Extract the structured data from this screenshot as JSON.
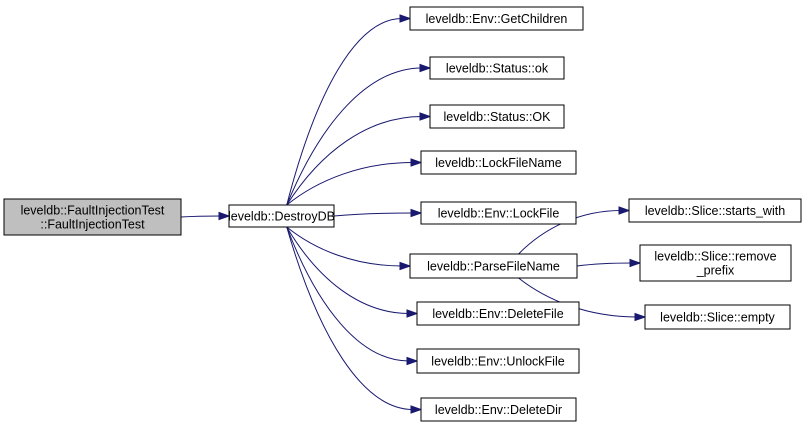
{
  "graph": {
    "type": "call-graph",
    "colors": {
      "edge": "#191970",
      "root_fill": "#bfbfbf",
      "node_fill": "#ffffff",
      "node_stroke": "#000000"
    },
    "nodes": [
      {
        "id": "root",
        "lines": [
          "leveldb::FaultInjectionTest",
          "::FaultInjectionTest"
        ],
        "highlight": true
      },
      {
        "id": "destroydb",
        "lines": [
          "leveldb::DestroyDB"
        ]
      },
      {
        "id": "getchildren",
        "lines": [
          "leveldb::Env::GetChildren"
        ]
      },
      {
        "id": "status-ok-lower",
        "lines": [
          "leveldb::Status::ok"
        ]
      },
      {
        "id": "status-ok-upper",
        "lines": [
          "leveldb::Status::OK"
        ]
      },
      {
        "id": "lockfilename",
        "lines": [
          "leveldb::LockFileName"
        ]
      },
      {
        "id": "lockfile",
        "lines": [
          "leveldb::Env::LockFile"
        ]
      },
      {
        "id": "parsefilename",
        "lines": [
          "leveldb::ParseFileName"
        ]
      },
      {
        "id": "deletefile",
        "lines": [
          "leveldb::Env::DeleteFile"
        ]
      },
      {
        "id": "unlockfile",
        "lines": [
          "leveldb::Env::UnlockFile"
        ]
      },
      {
        "id": "deletedir",
        "lines": [
          "leveldb::Env::DeleteDir"
        ]
      },
      {
        "id": "starts-with",
        "lines": [
          "leveldb::Slice::starts_with"
        ]
      },
      {
        "id": "remove-prefix",
        "lines": [
          "leveldb::Slice::remove",
          "_prefix"
        ]
      },
      {
        "id": "empty",
        "lines": [
          "leveldb::Slice::empty"
        ]
      }
    ],
    "edges": [
      {
        "from": "root",
        "to": "destroydb"
      },
      {
        "from": "destroydb",
        "to": "getchildren"
      },
      {
        "from": "destroydb",
        "to": "status-ok-lower"
      },
      {
        "from": "destroydb",
        "to": "status-ok-upper"
      },
      {
        "from": "destroydb",
        "to": "lockfilename"
      },
      {
        "from": "destroydb",
        "to": "lockfile"
      },
      {
        "from": "destroydb",
        "to": "parsefilename"
      },
      {
        "from": "destroydb",
        "to": "deletefile"
      },
      {
        "from": "destroydb",
        "to": "unlockfile"
      },
      {
        "from": "destroydb",
        "to": "deletedir"
      },
      {
        "from": "parsefilename",
        "to": "starts-with"
      },
      {
        "from": "parsefilename",
        "to": "remove-prefix"
      },
      {
        "from": "parsefilename",
        "to": "empty"
      }
    ]
  }
}
